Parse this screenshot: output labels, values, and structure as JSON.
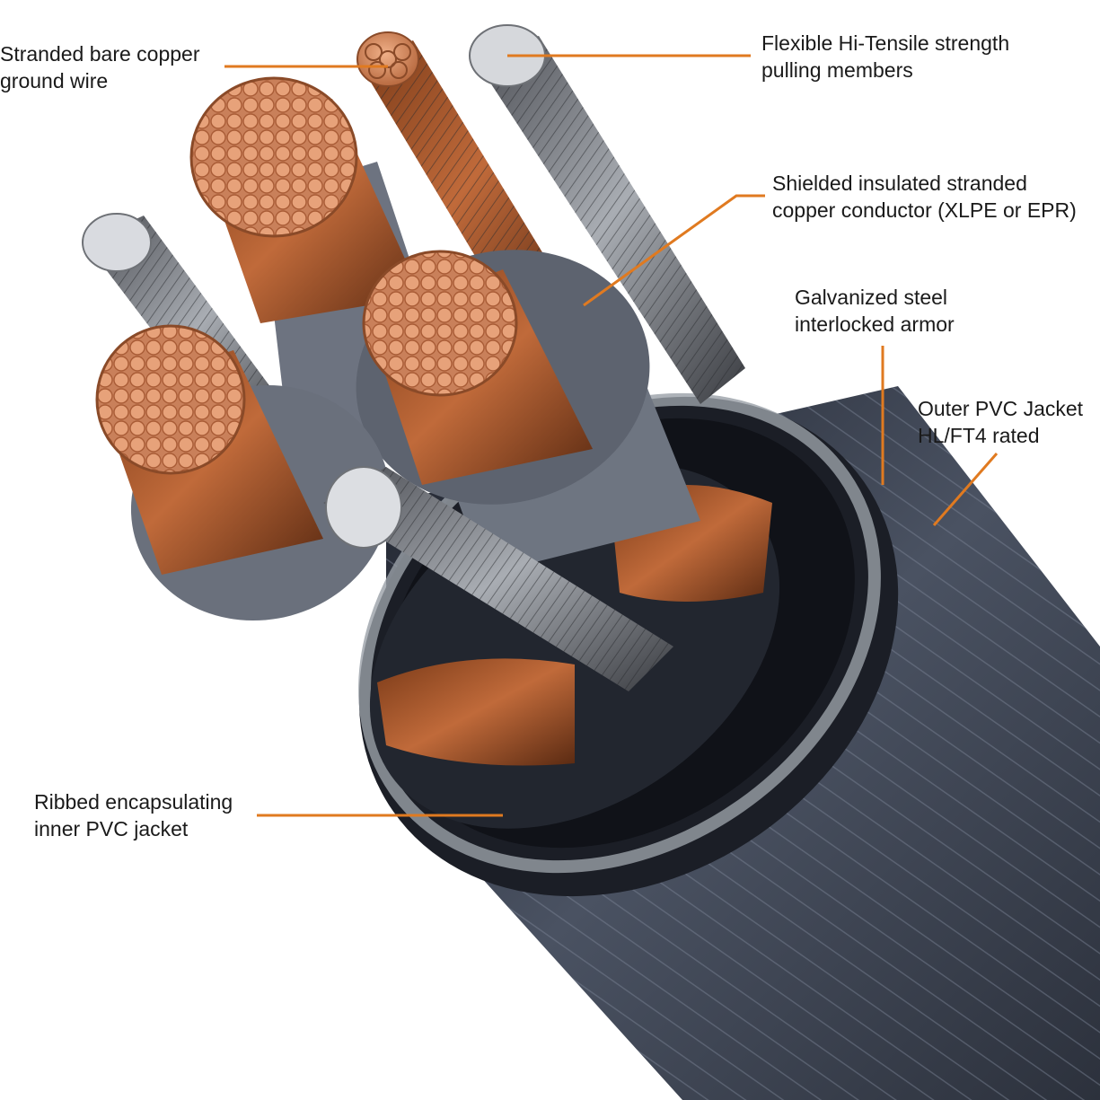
{
  "colors": {
    "leader": "#e07a20",
    "copper": "#c4784a",
    "copper_light": "#e9a47a",
    "insulation": "#6f7682",
    "jacket": "#3f4656",
    "jacket_dark": "#151821",
    "steel": "#8d9094",
    "steel_dark": "#3b3d42"
  },
  "callouts": {
    "ground_wire": {
      "line1": "Stranded bare copper",
      "line2": "ground wire"
    },
    "pulling": {
      "line1": "Flexible Hi-Tensile strength",
      "line2": "pulling members"
    },
    "shielded": {
      "line1": "Shielded insulated stranded",
      "line2": "copper conductor (XLPE or EPR)"
    },
    "armor": {
      "line1": "Galvanized steel",
      "line2": "interlocked armor"
    },
    "outer_jacket": {
      "line1": "Outer PVC Jacket",
      "line2": "HL/FT4 rated"
    },
    "inner_jacket": {
      "line1": "Ribbed encapsulating",
      "line2": "inner PVC jacket"
    }
  }
}
